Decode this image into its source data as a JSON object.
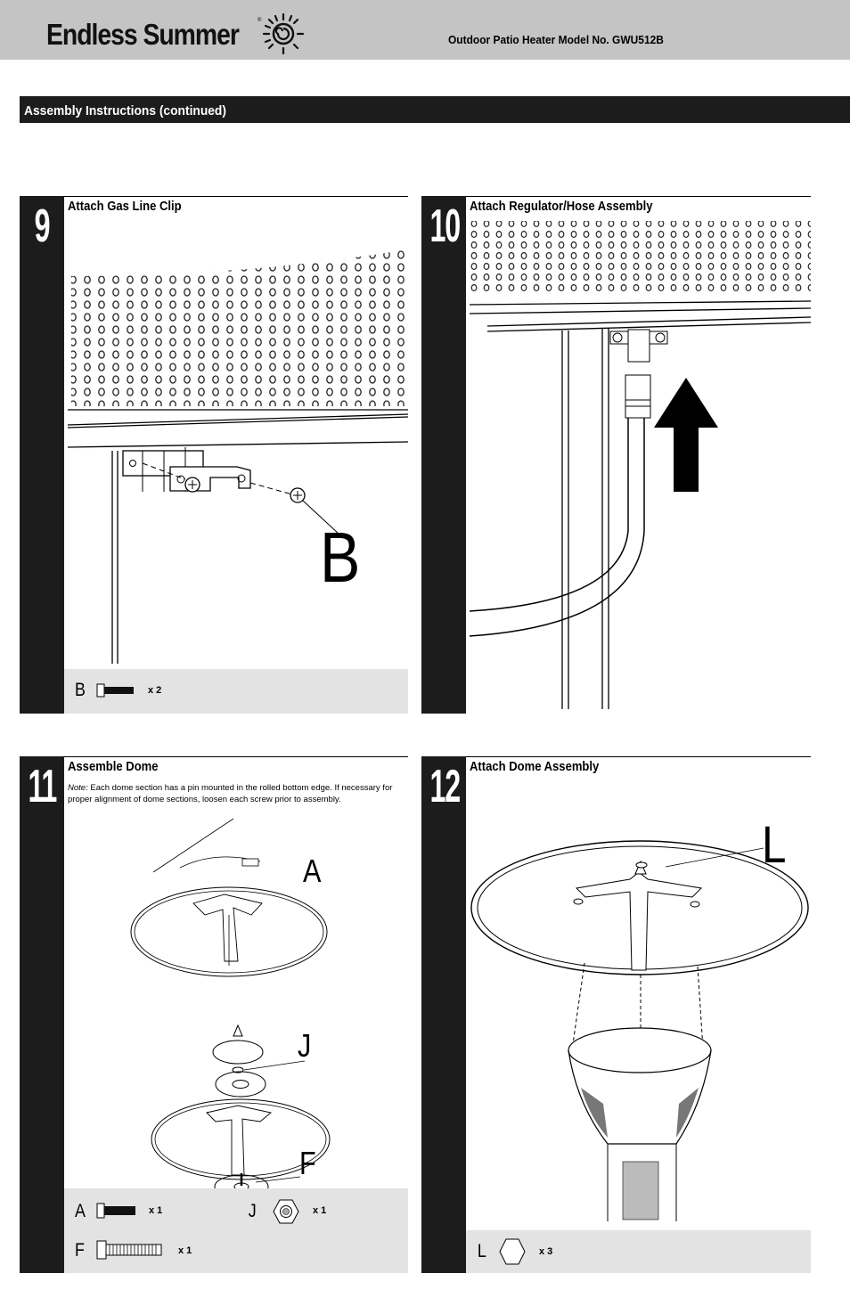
{
  "header": {
    "brand": "Endless Summer",
    "registered_mark": "®",
    "model": "Outdoor Patio Heater Model No. GWU512B"
  },
  "section": {
    "title": "Assembly Instructions (continued)"
  },
  "steps": [
    {
      "number": "9",
      "title": "Attach Gas Line Clip",
      "callouts": [
        "B"
      ],
      "parts": [
        {
          "letter": "B",
          "qty": "x 2",
          "icon": "bolt-icon"
        }
      ]
    },
    {
      "number": "10",
      "title": "Attach Regulator/Hose Assembly",
      "callouts": [],
      "parts": []
    },
    {
      "number": "11",
      "title": "Assemble Dome",
      "note_label": "Note:",
      "note": "Each dome section has a pin mounted in the rolled bottom edge. If necessary for proper alignment of dome sections, loosen each screw prior to assembly.",
      "callouts": [
        "A",
        "J",
        "F"
      ],
      "parts": [
        {
          "letter": "A",
          "qty": "x 1",
          "icon": "bolt-icon"
        },
        {
          "letter": "J",
          "qty": "x 1",
          "icon": "nut-icon"
        },
        {
          "letter": "F",
          "qty": "x 1",
          "icon": "long-bolt-icon"
        }
      ]
    },
    {
      "number": "12",
      "title": "Attach Dome Assembly",
      "callouts": [
        "L"
      ],
      "parts": [
        {
          "letter": "L",
          "qty": "x 3",
          "icon": "nut-icon"
        }
      ]
    }
  ],
  "colors": {
    "header_bg": "#c4c4c4",
    "bar_bg": "#1c1c1c",
    "parts_bg": "#e3e3e3"
  }
}
